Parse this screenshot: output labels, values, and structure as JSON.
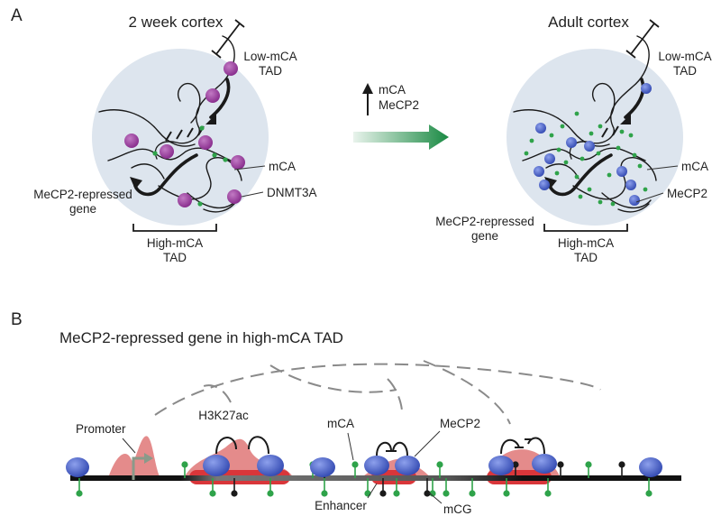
{
  "panels": {
    "a": {
      "label": "A",
      "left_title": "2 week cortex",
      "right_title": "Adult cortex",
      "low_tad": [
        "Low-mCA",
        "TAD"
      ],
      "high_tad": [
        "High-mCA",
        "TAD"
      ],
      "gene_label": [
        "MeCP2-repressed",
        "gene"
      ],
      "left_marks": {
        "mca": "mCA",
        "dnmt3a": "DNMT3A"
      },
      "right_marks": {
        "mca": "mCA",
        "mecp2": "MeCP2"
      },
      "transition": {
        "arrow_symbol": "↑",
        "lines": [
          "mCA",
          "MeCP2"
        ]
      }
    },
    "b": {
      "label": "B",
      "title": "MeCP2-repressed gene in high-mCA TAD",
      "labels": {
        "promoter": "Promoter",
        "h3k27ac": "H3K27ac",
        "mca": "mCA",
        "mecp2": "MeCP2",
        "enhancer": "Enhancer",
        "mcg": "mCG"
      }
    }
  },
  "colors": {
    "nucleus": "#dde5ee",
    "dnmt3a": "#9b3b9e",
    "mecp2": "#4a63c6",
    "mca_dot": "#2fa34a",
    "arrow_green": "#1a8a43",
    "h3k27ac": "#e48b8b",
    "enhancer": "#d9363a",
    "promoter_arrow": "#8a9a8a",
    "loop_dash": "#8a8a8a"
  }
}
